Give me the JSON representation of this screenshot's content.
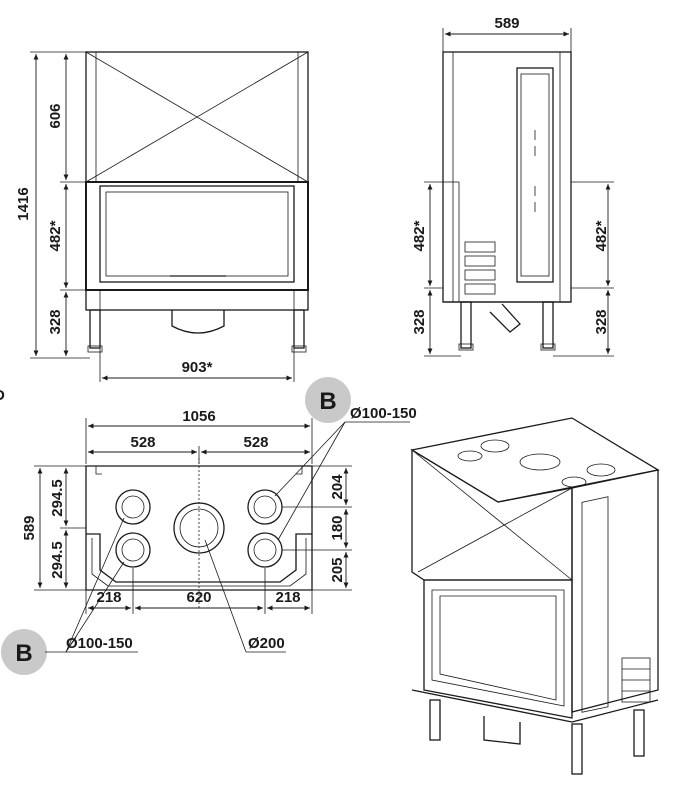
{
  "front_view": {
    "height_total": "1416",
    "height_top": "606",
    "height_door": "482*",
    "height_legs": "328",
    "width_door": "903*"
  },
  "side_view": {
    "depth": "589",
    "height_door_left": "482*",
    "height_door_right": "482*",
    "height_legs_left": "328",
    "height_legs_right": "328"
  },
  "top_view": {
    "width_total": "1056",
    "half_left": "528",
    "half_right": "528",
    "depth_total": "589",
    "depth_upper": "294.5",
    "depth_lower": "294.5",
    "right_upper": "204",
    "right_middle": "180",
    "right_lower": "205",
    "bottom_left": "218",
    "bottom_middle": "620",
    "bottom_right": "218",
    "callout_top_label": "B",
    "callout_top_diameter": "Ø100-150",
    "callout_bottom_label": "B",
    "callout_bottom_diameter": "Ø100-150",
    "center_diameter": "Ø200"
  },
  "edge_marker": "D"
}
